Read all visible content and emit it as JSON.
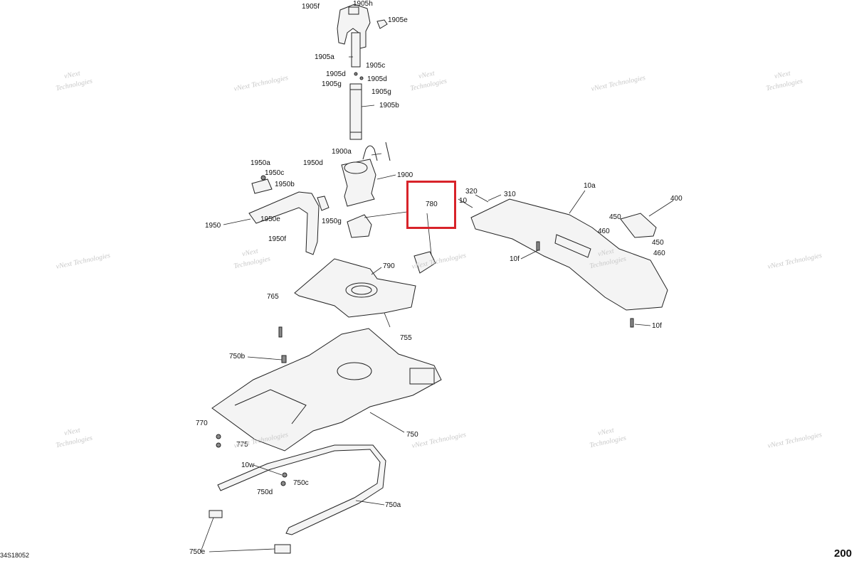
{
  "labels": [
    {
      "id": "1905f",
      "text": "1905f"
    },
    {
      "id": "1905h",
      "text": "1905h"
    },
    {
      "id": "1905e",
      "text": "1905e"
    },
    {
      "id": "1905a",
      "text": "1905a"
    },
    {
      "id": "1905c",
      "text": "1905c"
    },
    {
      "id": "1905d_1",
      "text": "1905d"
    },
    {
      "id": "1905d_2",
      "text": "1905d"
    },
    {
      "id": "1905g_1",
      "text": "1905g"
    },
    {
      "id": "1905g_2",
      "text": "1905g"
    },
    {
      "id": "1905b",
      "text": "1905b"
    },
    {
      "id": "1900a",
      "text": "1900a"
    },
    {
      "id": "1900",
      "text": "1900"
    },
    {
      "id": "1950a",
      "text": "1950a"
    },
    {
      "id": "1950c",
      "text": "1950c"
    },
    {
      "id": "1950d",
      "text": "1950d"
    },
    {
      "id": "1950b",
      "text": "1950b"
    },
    {
      "id": "1950",
      "text": "1950"
    },
    {
      "id": "1950e",
      "text": "1950e"
    },
    {
      "id": "1950g",
      "text": "1950g"
    },
    {
      "id": "1950f",
      "text": "1950f"
    },
    {
      "id": "780",
      "text": "780"
    },
    {
      "id": "320",
      "text": "320"
    },
    {
      "id": "310",
      "text": "310"
    },
    {
      "id": "10",
      "text": "10"
    },
    {
      "id": "10a",
      "text": "10a"
    },
    {
      "id": "400",
      "text": "400"
    },
    {
      "id": "450_1",
      "text": "450"
    },
    {
      "id": "460_1",
      "text": "460"
    },
    {
      "id": "450_2",
      "text": "450"
    },
    {
      "id": "460_2",
      "text": "460"
    },
    {
      "id": "10f_1",
      "text": "10f"
    },
    {
      "id": "10f_2",
      "text": "10f"
    },
    {
      "id": "790",
      "text": "790"
    },
    {
      "id": "765",
      "text": "765"
    },
    {
      "id": "755",
      "text": "755"
    },
    {
      "id": "750b",
      "text": "750b"
    },
    {
      "id": "770",
      "text": "770"
    },
    {
      "id": "775",
      "text": "775"
    },
    {
      "id": "750",
      "text": "750"
    },
    {
      "id": "10w",
      "text": "10w"
    },
    {
      "id": "750c",
      "text": "750c"
    },
    {
      "id": "750d",
      "text": "750d"
    },
    {
      "id": "750a",
      "text": "750a"
    },
    {
      "id": "750e",
      "text": "750e"
    }
  ],
  "watermark": "vNext Technologies",
  "watermark_line1": "vNext",
  "watermark_line2": "Technologies",
  "document_code": "34S18052",
  "page_number": "200",
  "colors": {
    "highlight": "#d8232a",
    "ink": "#222222",
    "watermark": "#c8c8c8"
  }
}
